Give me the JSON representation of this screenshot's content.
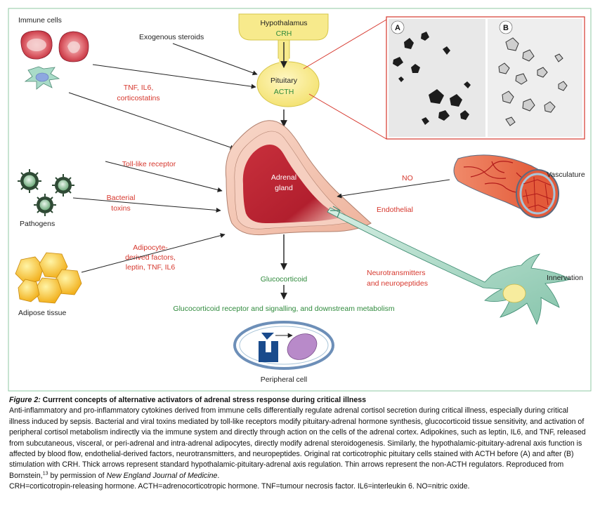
{
  "labels": {
    "immune_cells": "Immune cells",
    "exogenous_steroids": "Exogenous steroids",
    "hypothalamus": "Hypothalamus",
    "crh": "CRH",
    "pituitary": "Pituitary",
    "acth": "ACTH",
    "tnf_il6_line1": "TNF, IL6,",
    "tnf_il6_line2": "corticostatins",
    "toll_like_receptor": "Toll-like receptor",
    "adrenal_line1": "Adrenal",
    "adrenal_line2": "gland",
    "bacterial_line1": "Bacterial",
    "bacterial_line2": "toxins",
    "pathogens": "Pathogens",
    "no": "NO",
    "vasculature": "Vasculature",
    "endothelial": "Endothelial",
    "adipocyte_line1": "Adipocyte-",
    "adipocyte_line2": "derived factors,",
    "adipocyte_line3": "leptin, TNF, IL6",
    "adipose_tissue": "Adipose tissue",
    "glucocorticoid": "Glucocorticoid",
    "neuro_line1": "Neurotransmitters",
    "neuro_line2": "and neuropeptides",
    "innervation": "Innervation",
    "gc_receptor": "Glucocorticoid receptor and signalling, and downstream metabolism",
    "peripheral_cell": "Peripheral cell",
    "panel_a": "A",
    "panel_b": "B"
  },
  "colors": {
    "frame": "#8fc9a3",
    "label_red": "#d6372d",
    "label_green": "#2f8a3c",
    "pituitary_fill": "#f7ea8c",
    "adrenal_dark": "#c8303c",
    "adipose": "#f4c430",
    "pathogen": "#7fb58a",
    "neuron": "#a6d5c3"
  },
  "caption": {
    "title_italic": "Figure 2:",
    "title_rest": " Currrent concepts of alternative activators of adrenal stress response during critical illness",
    "body_1": "Anti-inflammatory and pro-inflammatory cytokines derived from immune cells differentially regulate adrenal cortisol secretion during critical illness, especially during critical illness induced by sepsis. Bacterial and viral toxins mediated by toll-like receptors modify pituitary-adrenal hormone synthesis, glucocorticoid tissue sensitivity, and activation of peripheral cortisol metabolism indirectly via the immune system and directly through action on the cells of the adrenal cortex. Adipokines, such as leptin, IL6, and TNF, released from subcutaneous, visceral, or peri-adrenal and intra-adrenal adipocytes, directly modify adrenal steroidogenesis. Similarly, the hypothalamic-pituitary-adrenal axis function is affected by blood flow, endothelial-derived factors, neurotransmitters, and neuropeptides. Original rat corticotrophic pituitary cells stained with ACTH before (A) and after (B) stimulation with CRH. Thick arrows represent standard hypothalamic-pituitary-adrenal axis regulation. Thin arrows represent the non-ACTH regulators. Reproduced from Bornstein,",
    "ref": "13",
    "body_2": " by permission of ",
    "journal": "New England Journal of Medicine",
    "body_3": ".",
    "body_4": "CRH=corticotropin-releasing hormone. ACTH=adrenocorticotropic hormone. TNF=tumour necrosis factor. IL6=interleukin 6. NO=nitric oxide."
  }
}
